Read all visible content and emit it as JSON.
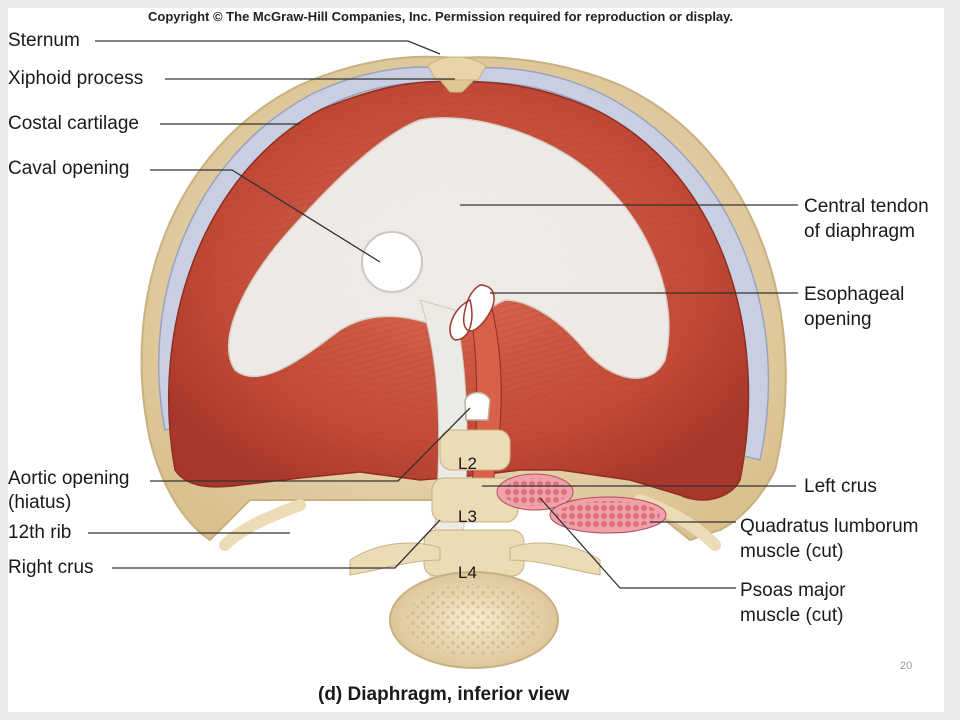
{
  "copyright": "Copyright © The McGraw-Hill Companies, Inc. Permission required for reproduction or display.",
  "caption": "(d) Diaphragm, inferior view",
  "page_number": "20",
  "labels": {
    "sternum": "Sternum",
    "xiphoid": "Xiphoid process",
    "costal": "Costal cartilage",
    "caval": "Caval opening",
    "central_tendon_1": "Central tendon",
    "central_tendon_2": "of diaphragm",
    "esophageal_1": "Esophageal",
    "esophageal_2": "opening",
    "aortic_1": "Aortic opening",
    "aortic_2": "(hiatus)",
    "rib12": "12th rib",
    "right_crus": "Right crus",
    "left_crus": "Left crus",
    "quadratus_1": "Quadratus lumborum",
    "quadratus_2": "muscle (cut)",
    "psoas_1": "Psoas major",
    "psoas_2": "muscle (cut)"
  },
  "vertebrae": {
    "l2": "L2",
    "l3": "L3",
    "l4": "L4"
  },
  "colors": {
    "muscle": "#c9503c",
    "tendon": "#f2f2ef",
    "bone": "#ecdcb6",
    "cartilage": "#c9cfe2"
  }
}
